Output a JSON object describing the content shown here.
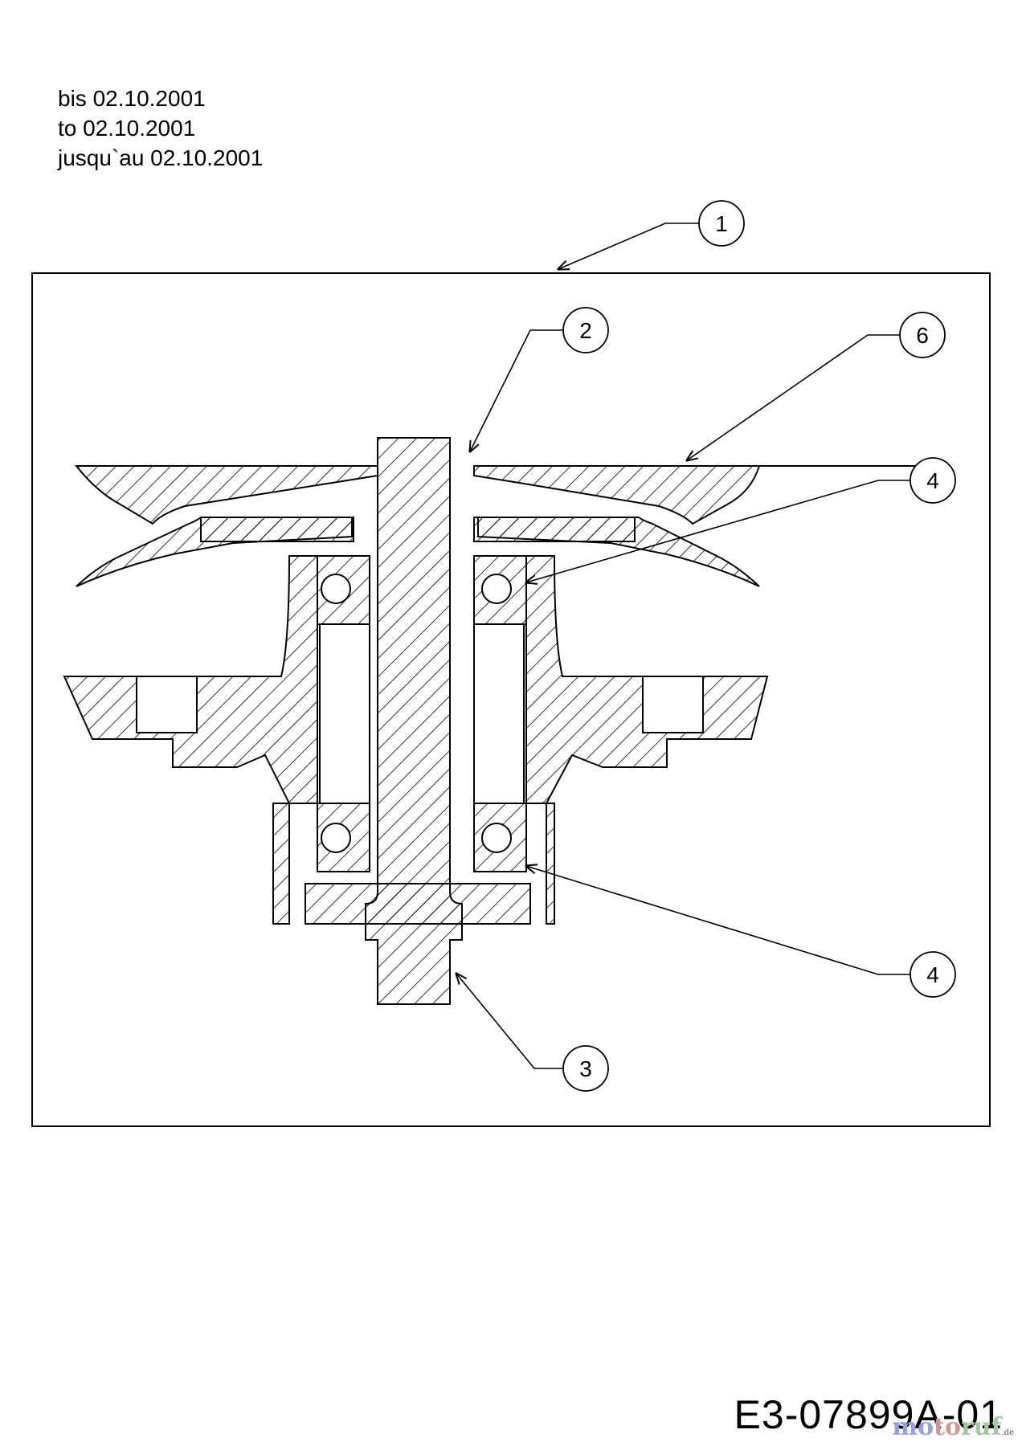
{
  "validity": {
    "line_de": "bis 02.10.2001",
    "line_en": "to 02.10.2001",
    "line_fr": "jusqu`au 02.10.2001"
  },
  "callouts": [
    {
      "id": "callout-1",
      "number": "1"
    },
    {
      "id": "callout-2",
      "number": "2"
    },
    {
      "id": "callout-6",
      "number": "6"
    },
    {
      "id": "callout-4-top",
      "number": "4"
    },
    {
      "id": "callout-4-bottom",
      "number": "4"
    },
    {
      "id": "callout-3",
      "number": "3"
    }
  ],
  "drawing_code": "E3-07899A-01",
  "watermark": "motoruf.de"
}
